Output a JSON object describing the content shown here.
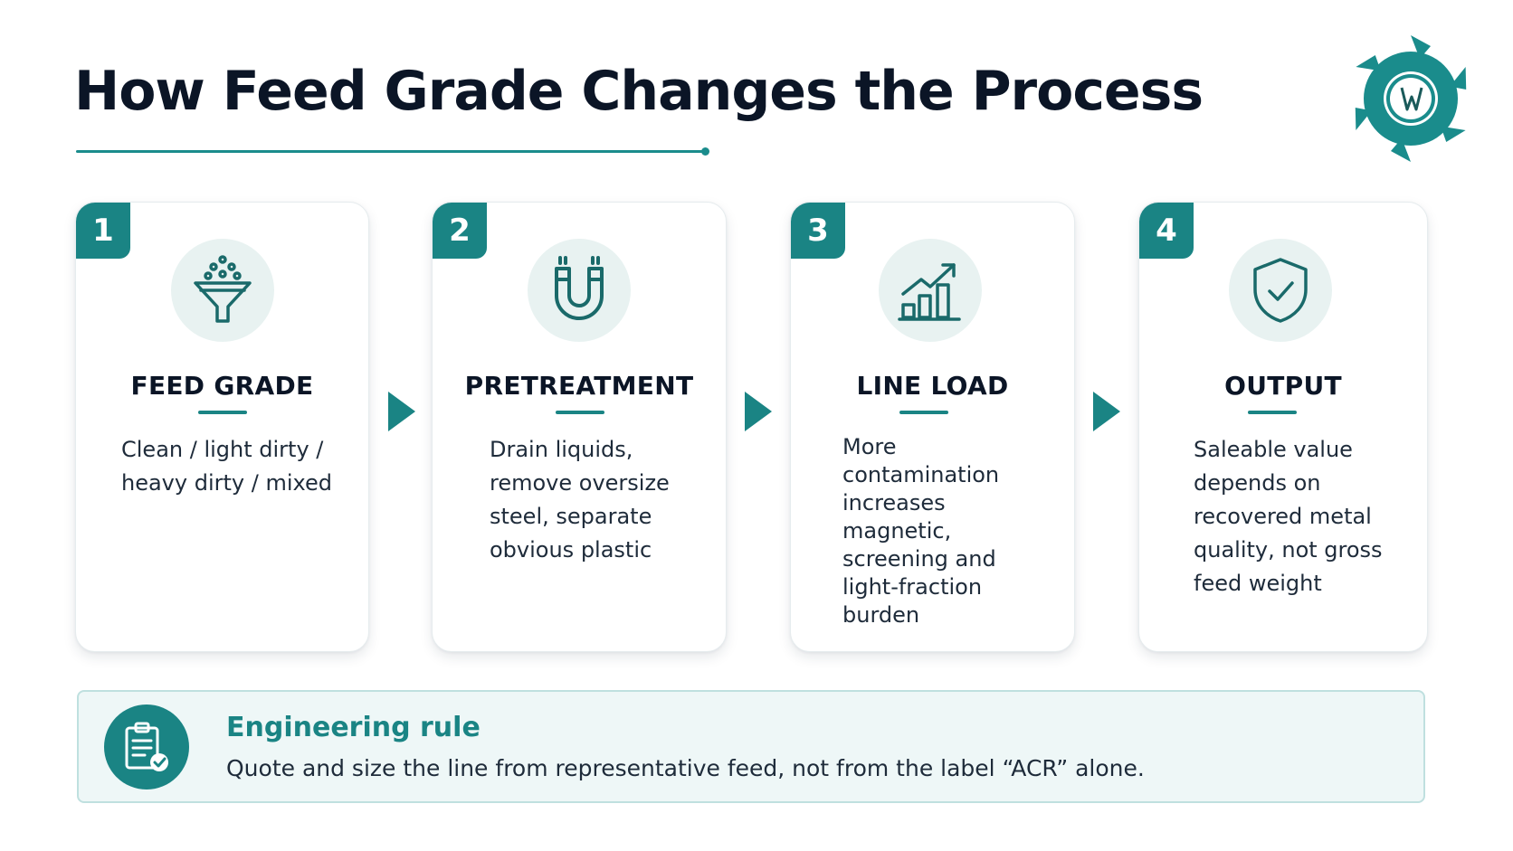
{
  "header": {
    "title": "How Feed Grade Changes the Process",
    "logo_icon": "gear-logo-icon"
  },
  "steps": [
    {
      "number": "1",
      "icon": "funnel-icon",
      "title": "FEED GRADE",
      "lines": [
        "Clean / light dirty /",
        "heavy dirty / mixed"
      ]
    },
    {
      "number": "2",
      "icon": "magnet-icon",
      "title": "PRETREATMENT",
      "lines": [
        "Drain liquids,",
        "remove oversize",
        "steel, separate",
        "obvious plastic"
      ]
    },
    {
      "number": "3",
      "icon": "rising-bar-chart-icon",
      "title": "LINE LOAD",
      "lines": [
        "More",
        "contamination",
        "increases",
        "magnetic,",
        "screening and",
        "light-fraction",
        "burden"
      ]
    },
    {
      "number": "4",
      "icon": "shield-check-icon",
      "title": "OUTPUT",
      "lines": [
        "Saleable value",
        "depends on",
        "recovered metal",
        "quality, not gross",
        "feed weight"
      ]
    }
  ],
  "rule": {
    "icon": "clipboard-check-icon",
    "title": "Engineering rule",
    "text": "Quote and size the line from representative feed, not from the label “ACR” alone."
  },
  "colors": {
    "accent": "#1a8484",
    "title": "#0b1526",
    "icon_bg": "#e8f2f1",
    "rule_bg": "#eef7f7"
  }
}
